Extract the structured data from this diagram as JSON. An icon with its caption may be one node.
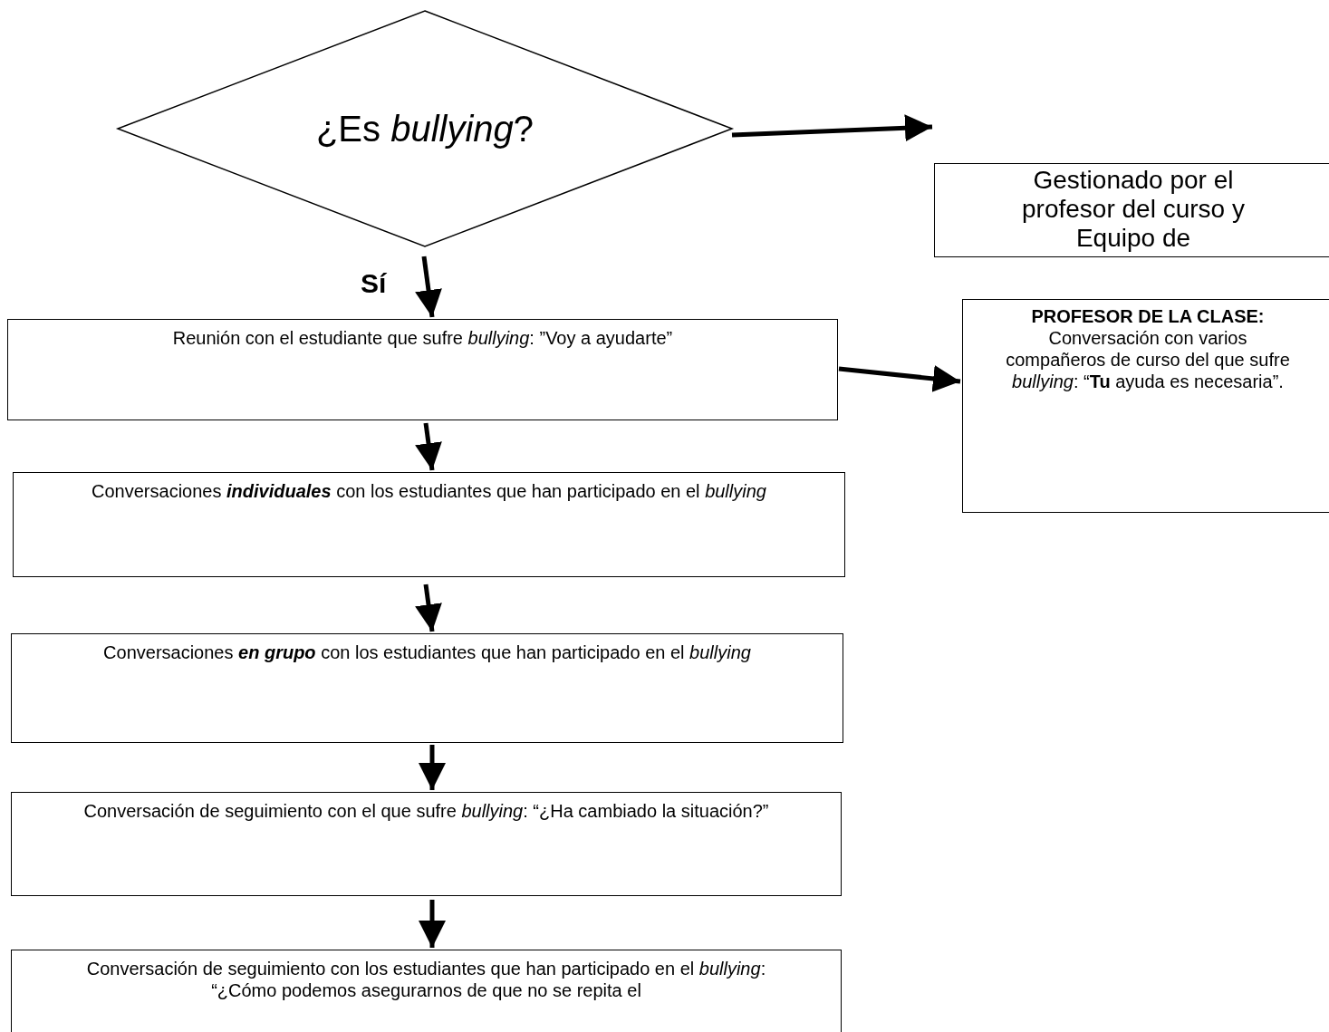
{
  "diagram": {
    "nodes": [
      {
        "text": [
          "¿Es *bullying*?"
        ]
      },
      {
        "text": [
          "Gestionado por el profesor del curso y Equipo de"
        ]
      },
      {
        "text": [
          "Reunión con el estudiante que sufre *bullying*: ”Voy a ayudarte”"
        ]
      },
      {
        "text": [
          "PROFESOR DE LA CLASE:",
          "Conversación con varios compañeros de curso del que sufre *bullying*: “**Tu** ayuda es necesaria”."
        ]
      },
      {
        "text": [
          "Conversaciones **individuales** con los estudiantes que han participado en el *bullying*"
        ]
      },
      {
        "text": [
          "Conversaciones **en grupo** con los estudiantes que han participado en el *bullying*"
        ]
      },
      {
        "text": [
          "Conversación de seguimiento con el que sufre *bullying*: “¿Ha cambiado la situación?”"
        ]
      },
      {
        "text": [
          "Conversación de seguimiento con los estudiantes que han participado en el *bullying*: “¿Cómo podemos asegurarnos de que no se repita el"
        ]
      }
    ],
    "edges": [
      {
        "from": 0,
        "to": 1,
        "arrow": "to"
      },
      {
        "from": 0,
        "to": 2,
        "arrow": "to",
        "label": "Sí"
      },
      {
        "from": 2,
        "to": 3,
        "arrow": "to"
      },
      {
        "from": 2,
        "to": 4,
        "arrow": "to"
      },
      {
        "from": 4,
        "to": 5,
        "arrow": "to"
      },
      {
        "from": 5,
        "to": 6,
        "arrow": "to"
      },
      {
        "from": 6,
        "to": 7,
        "arrow": "to"
      }
    ]
  }
}
